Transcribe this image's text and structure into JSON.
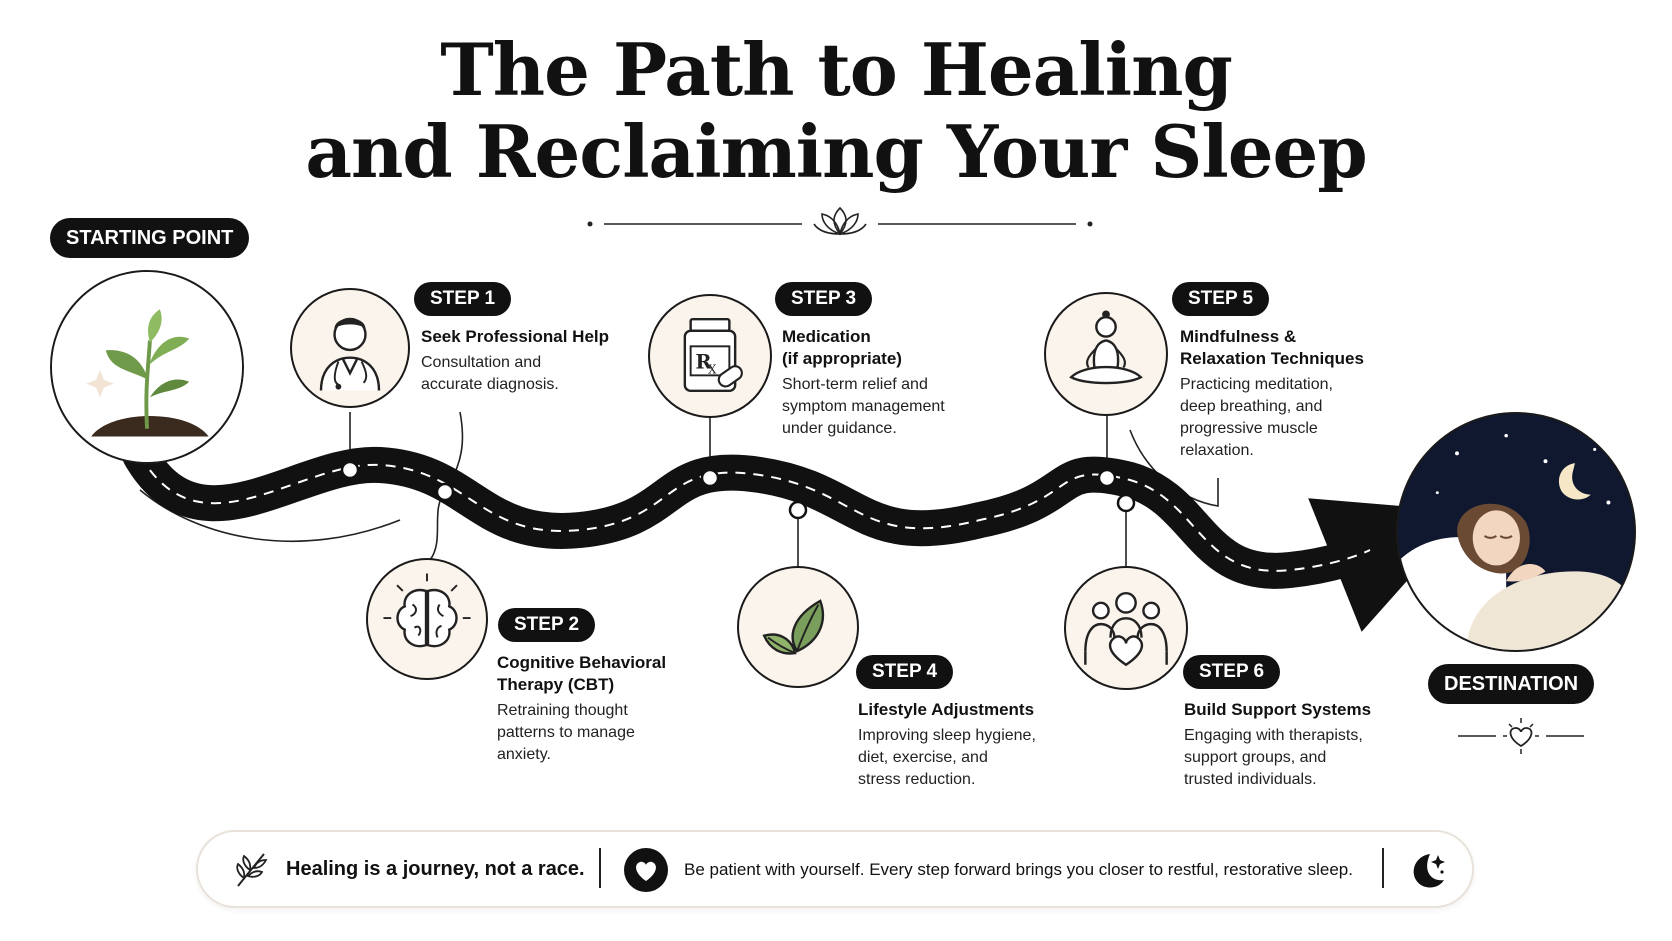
{
  "title": {
    "line1": "The Path to Healing",
    "line2": "and Reclaiming Your Sleep"
  },
  "start_label": "STARTING POINT",
  "destination_label": "DESTINATION",
  "steps": [
    {
      "badge": "STEP 1",
      "title_lines": [
        "Seek Professional Help"
      ],
      "desc_lines": [
        "Consultation and",
        "accurate diagnosis."
      ],
      "icon": "doctor-icon"
    },
    {
      "badge": "STEP 2",
      "title_lines": [
        "Cognitive Behavioral",
        "Therapy (CBT)"
      ],
      "desc_lines": [
        "Retraining thought",
        "patterns to manage",
        "anxiety."
      ],
      "icon": "brain-icon"
    },
    {
      "badge": "STEP 3",
      "title_lines": [
        "Medication",
        "(if appropriate)"
      ],
      "desc_lines": [
        "Short-term relief and",
        "symptom management",
        "under guidance."
      ],
      "icon": "medicine-bottle-icon"
    },
    {
      "badge": "STEP 4",
      "title_lines": [
        "Lifestyle Adjustments"
      ],
      "desc_lines": [
        "Improving sleep hygiene,",
        "diet, exercise, and",
        "stress reduction."
      ],
      "icon": "leaves-icon"
    },
    {
      "badge": "STEP 5",
      "title_lines": [
        "Mindfulness &",
        "Relaxation Techniques"
      ],
      "desc_lines": [
        "Practicing meditation,",
        "deep breathing, and",
        "progressive muscle",
        "relaxation."
      ],
      "icon": "meditation-icon"
    },
    {
      "badge": "STEP 6",
      "title_lines": [
        "Build Support Systems"
      ],
      "desc_lines": [
        "Engaging with therapists,",
        "support groups, and",
        "trusted individuals."
      ],
      "icon": "support-group-icon"
    }
  ],
  "footer": {
    "motto": "Healing is a journey, not a race.",
    "message": "Be patient with yourself. Every step forward brings you closer to restful, restorative sleep."
  },
  "colors": {
    "ink": "#111111",
    "cream": "#fbf4ec",
    "leaf": "#7a9e5c",
    "night": "#101830"
  }
}
